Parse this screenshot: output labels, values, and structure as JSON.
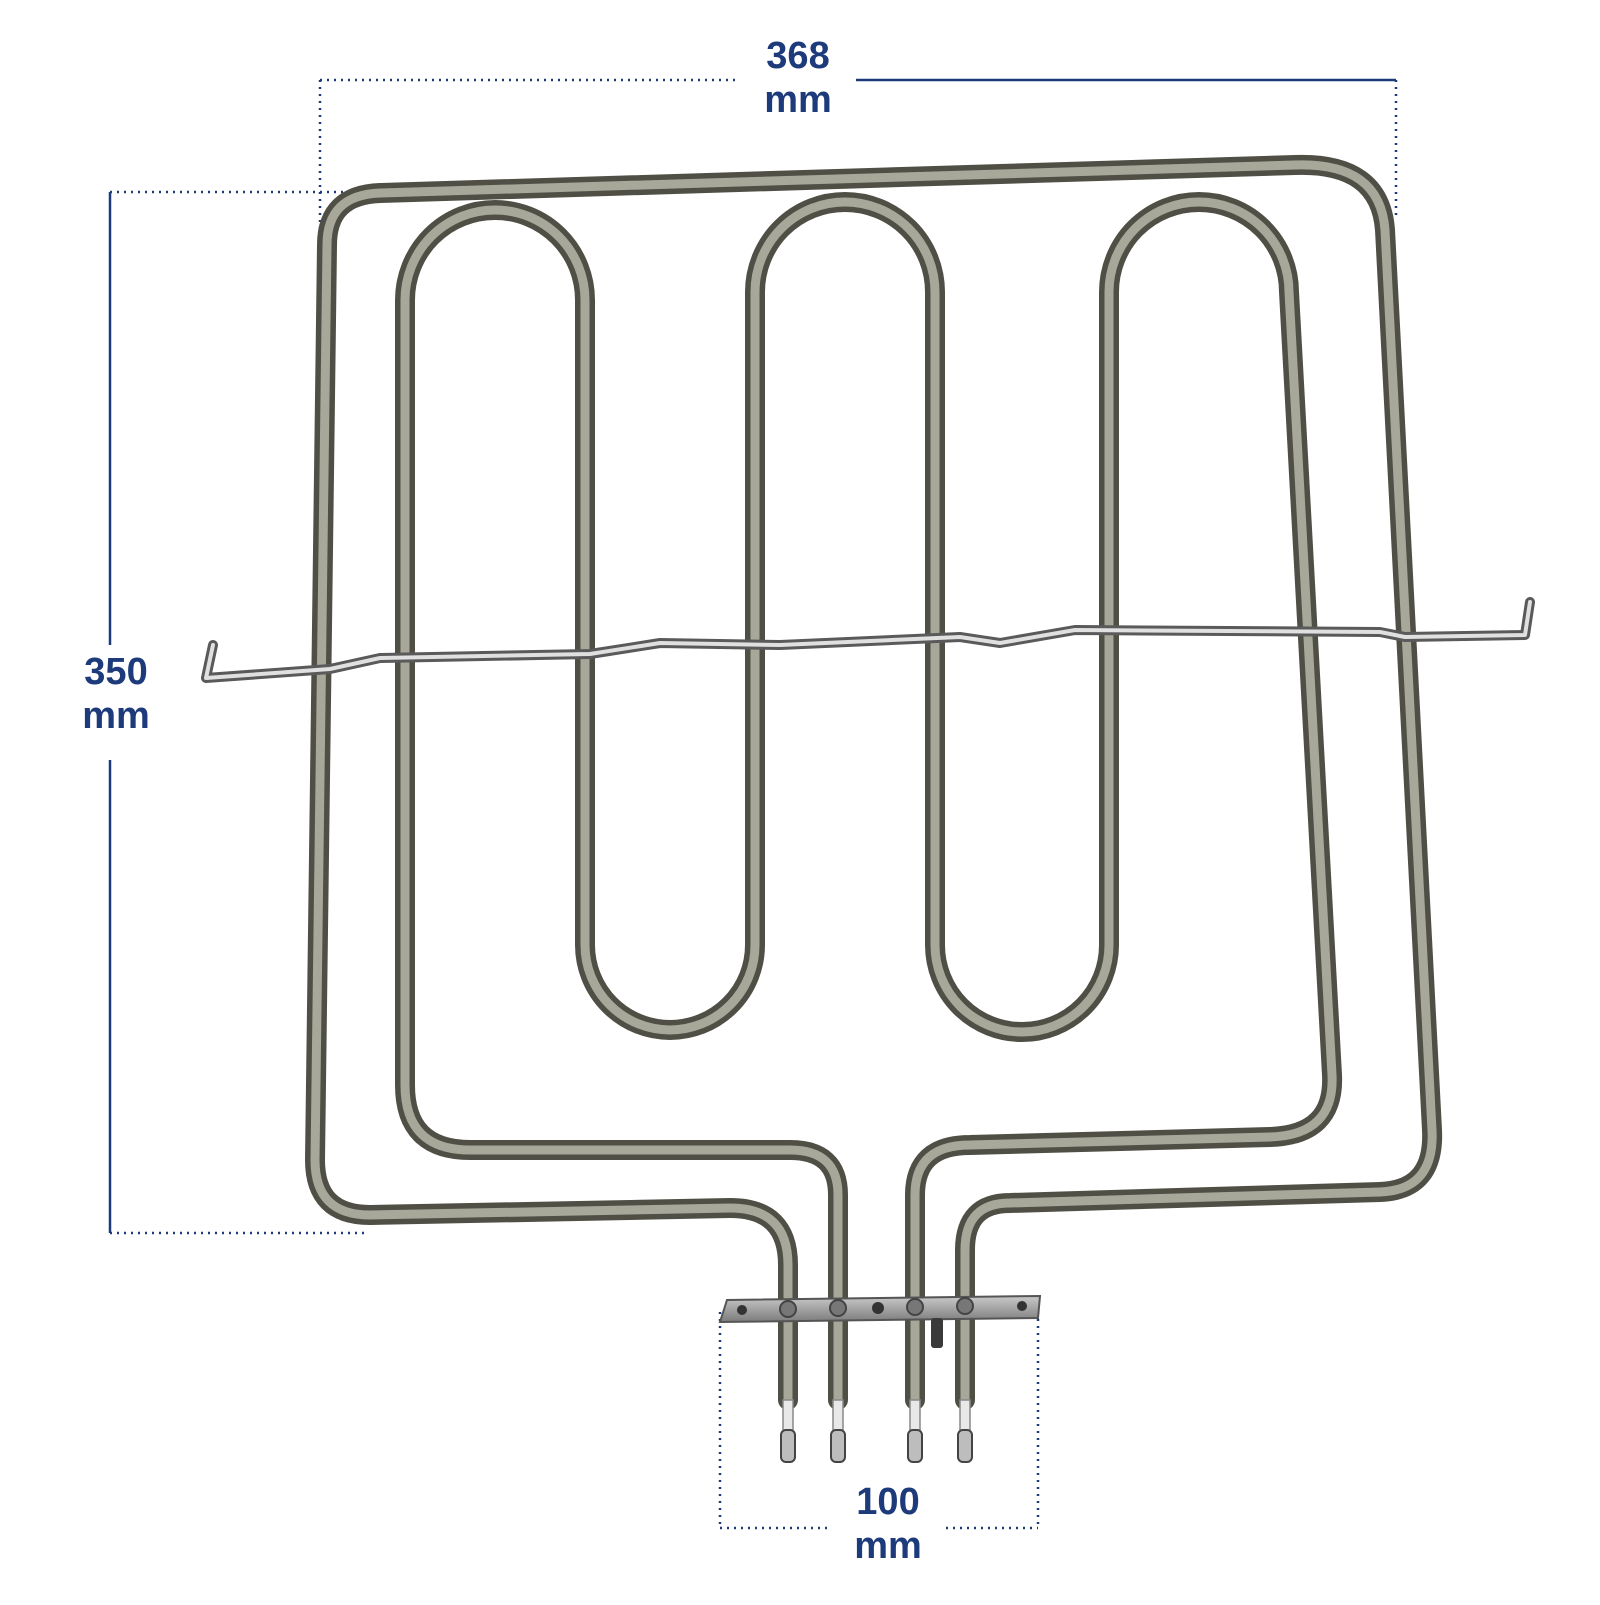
{
  "dimensions": {
    "width": {
      "value": "368",
      "unit": "mm"
    },
    "height": {
      "value": "350",
      "unit": "mm"
    },
    "terminal_spacing": {
      "value": "100",
      "unit": "mm"
    }
  },
  "colors": {
    "dimension": "#1d3a7a",
    "tube_dark": "#4f4f45",
    "tube_light": "#a7a79a",
    "bracket": "#8c8c8c"
  },
  "icons": [
    "oven-heating-element-icon"
  ]
}
